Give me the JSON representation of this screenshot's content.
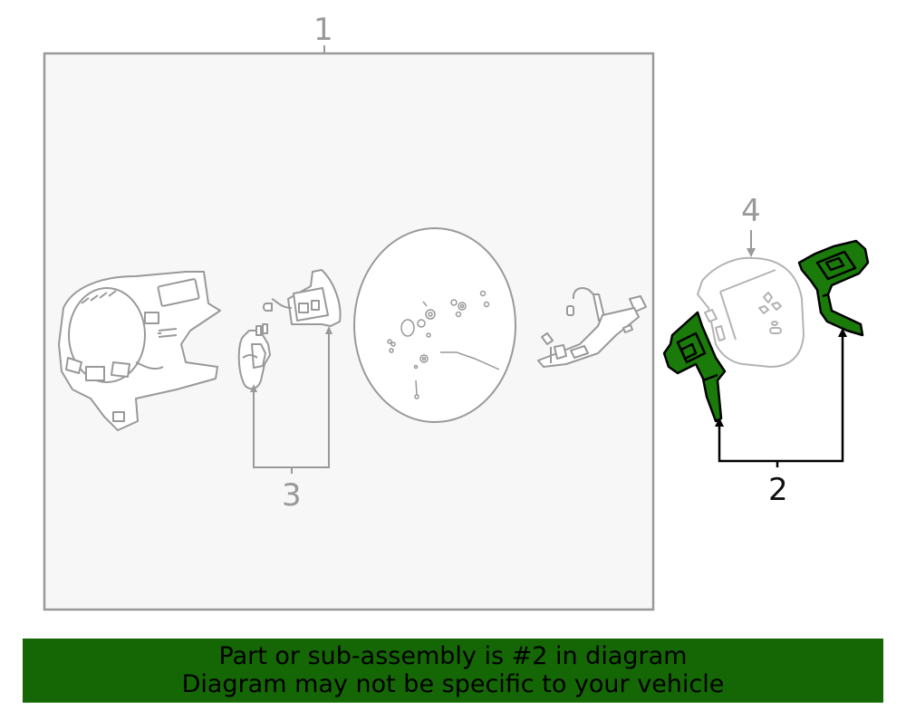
{
  "diagram": {
    "title": "Steering wheel components exploded parts diagram",
    "colors": {
      "assembly_box_fill": "#f7f7f7",
      "assembly_box_border": "#999999",
      "line_gray": "#999999",
      "highlight_fill": "#1a7a0a",
      "highlight_stroke": "#000000",
      "banner_bg": "#156605"
    },
    "callouts": [
      {
        "id": "1",
        "label": "1",
        "description": "Steering wheel assembly (boxed group)",
        "highlighted": false
      },
      {
        "id": "2",
        "label": "2",
        "description": "Steering wheel switch (left and right), highlighted",
        "highlighted": true
      },
      {
        "id": "3",
        "label": "3",
        "description": "Steering wheel switch pair inside assembly",
        "highlighted": false
      },
      {
        "id": "4",
        "label": "4",
        "description": "Airbag / horn pad with emblem",
        "highlighted": false
      }
    ],
    "parts": [
      {
        "name": "steering-wheel-frame",
        "callout": "1"
      },
      {
        "name": "switch-left-small",
        "callout": "3"
      },
      {
        "name": "switch-right-small",
        "callout": "3"
      },
      {
        "name": "steering-wheel-cover-disc",
        "callout": "1"
      },
      {
        "name": "wire-harness",
        "callout": "1"
      },
      {
        "name": "airbag-module",
        "callout": "4"
      },
      {
        "name": "switch-left-highlight",
        "callout": "2"
      },
      {
        "name": "switch-right-highlight",
        "callout": "2"
      }
    ]
  },
  "banner": {
    "line1": "Part or sub-assembly is #2 in diagram",
    "line2": "Diagram may not be specific to your vehicle"
  }
}
